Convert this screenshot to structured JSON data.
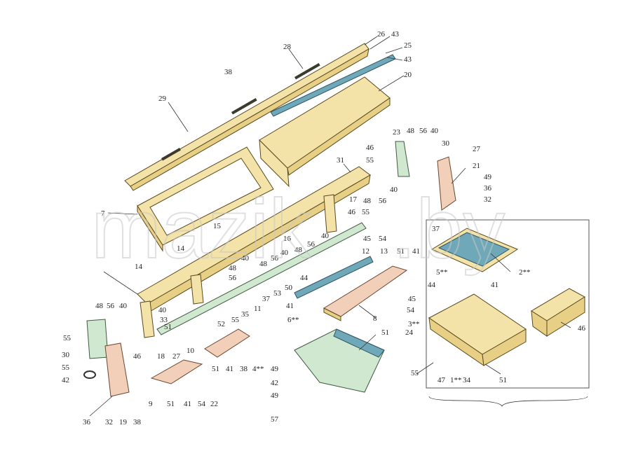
{
  "callouts": [
    {
      "id": "l26",
      "text": "26"
    },
    {
      "id": "l43a",
      "text": "43"
    },
    {
      "id": "l25",
      "text": "25"
    },
    {
      "id": "l43b",
      "text": "43"
    },
    {
      "id": "l28",
      "text": "28"
    },
    {
      "id": "l38a",
      "text": "38"
    },
    {
      "id": "l20",
      "text": "20"
    },
    {
      "id": "l29",
      "text": "29"
    },
    {
      "id": "l23",
      "text": "23"
    },
    {
      "id": "l48a",
      "text": "48"
    },
    {
      "id": "l56a",
      "text": "56"
    },
    {
      "id": "l40a",
      "text": "40"
    },
    {
      "id": "l46a",
      "text": "46"
    },
    {
      "id": "l30a",
      "text": "30"
    },
    {
      "id": "l27a",
      "text": "27"
    },
    {
      "id": "l55a",
      "text": "55"
    },
    {
      "id": "l21",
      "text": "21"
    },
    {
      "id": "l31",
      "text": "31"
    },
    {
      "id": "l49a",
      "text": "49"
    },
    {
      "id": "l36a",
      "text": "36"
    },
    {
      "id": "l40b",
      "text": "40"
    },
    {
      "id": "l32a",
      "text": "32"
    },
    {
      "id": "l17",
      "text": "17"
    },
    {
      "id": "l48b",
      "text": "48"
    },
    {
      "id": "l56b",
      "text": "56"
    },
    {
      "id": "l7",
      "text": "7"
    },
    {
      "id": "l46b",
      "text": "46"
    },
    {
      "id": "l55b",
      "text": "55"
    },
    {
      "id": "l15",
      "text": "15"
    },
    {
      "id": "l37a",
      "text": "37"
    },
    {
      "id": "l40c",
      "text": "40"
    },
    {
      "id": "l16",
      "text": "16"
    },
    {
      "id": "l56c",
      "text": "56"
    },
    {
      "id": "l45a",
      "text": "45"
    },
    {
      "id": "l54a",
      "text": "54"
    },
    {
      "id": "l14a",
      "text": "14"
    },
    {
      "id": "l12",
      "text": "12"
    },
    {
      "id": "l13",
      "text": "13"
    },
    {
      "id": "l51a",
      "text": "51"
    },
    {
      "id": "l41a",
      "text": "41"
    },
    {
      "id": "l48c",
      "text": "48"
    },
    {
      "id": "l40d",
      "text": "40"
    },
    {
      "id": "l2",
      "text": "2**"
    },
    {
      "id": "l48d",
      "text": "48"
    },
    {
      "id": "l56d",
      "text": "56"
    },
    {
      "id": "l14b",
      "text": "14"
    },
    {
      "id": "l48e",
      "text": "48"
    },
    {
      "id": "l56e",
      "text": "56"
    },
    {
      "id": "l40e",
      "text": "40"
    },
    {
      "id": "l5",
      "text": "5**"
    },
    {
      "id": "l44a",
      "text": "44"
    },
    {
      "id": "l44b",
      "text": "44"
    },
    {
      "id": "l41b",
      "text": "41"
    },
    {
      "id": "l37b",
      "text": "37"
    },
    {
      "id": "l53",
      "text": "53"
    },
    {
      "id": "l50",
      "text": "50"
    },
    {
      "id": "l11",
      "text": "11"
    },
    {
      "id": "l35",
      "text": "35"
    },
    {
      "id": "l55c",
      "text": "55"
    },
    {
      "id": "l52",
      "text": "52"
    },
    {
      "id": "l45b",
      "text": "45"
    },
    {
      "id": "l54b",
      "text": "54"
    },
    {
      "id": "l41c",
      "text": "41"
    },
    {
      "id": "l8",
      "text": "8"
    },
    {
      "id": "l48f",
      "text": "48"
    },
    {
      "id": "l56f",
      "text": "56"
    },
    {
      "id": "l40f",
      "text": "40"
    },
    {
      "id": "l40g",
      "text": "40"
    },
    {
      "id": "l33",
      "text": "33"
    },
    {
      "id": "l51b",
      "text": "51"
    },
    {
      "id": "l6",
      "text": "6**"
    },
    {
      "id": "l3",
      "text": "3**"
    },
    {
      "id": "l24",
      "text": "24"
    },
    {
      "id": "l46c",
      "text": "46"
    },
    {
      "id": "l55d",
      "text": "55"
    },
    {
      "id": "l30b",
      "text": "30"
    },
    {
      "id": "l55e",
      "text": "55"
    },
    {
      "id": "l46d",
      "text": "46"
    },
    {
      "id": "l18",
      "text": "18"
    },
    {
      "id": "l27b",
      "text": "27"
    },
    {
      "id": "l51c",
      "text": "51"
    },
    {
      "id": "l42a",
      "text": "42"
    },
    {
      "id": "l10",
      "text": "10"
    },
    {
      "id": "l51d",
      "text": "51"
    },
    {
      "id": "l41d",
      "text": "41"
    },
    {
      "id": "l38b",
      "text": "38"
    },
    {
      "id": "l4",
      "text": "4**"
    },
    {
      "id": "l49b",
      "text": "49"
    },
    {
      "id": "l55f",
      "text": "55"
    },
    {
      "id": "l47",
      "text": "47"
    },
    {
      "id": "l1",
      "text": "1**"
    },
    {
      "id": "l34",
      "text": "34"
    },
    {
      "id": "l51e",
      "text": "51"
    },
    {
      "id": "l42b",
      "text": "42"
    },
    {
      "id": "l9",
      "text": "9"
    },
    {
      "id": "l51f",
      "text": "51"
    },
    {
      "id": "l41e",
      "text": "41"
    },
    {
      "id": "l54c",
      "text": "54"
    },
    {
      "id": "l22",
      "text": "22"
    },
    {
      "id": "l49c",
      "text": "49"
    },
    {
      "id": "l36b",
      "text": "36"
    },
    {
      "id": "l32b",
      "text": "32"
    },
    {
      "id": "l19",
      "text": "19"
    },
    {
      "id": "l38c",
      "text": "38"
    },
    {
      "id": "l57",
      "text": "57"
    }
  ],
  "watermark": {
    "main": "mazik",
    "suffix": ".by"
  },
  "colors": {
    "yellow": "#f4e3a8",
    "green": "#cfe8cf",
    "blue": "#6fa8b8",
    "pink": "#f1cfb8"
  }
}
